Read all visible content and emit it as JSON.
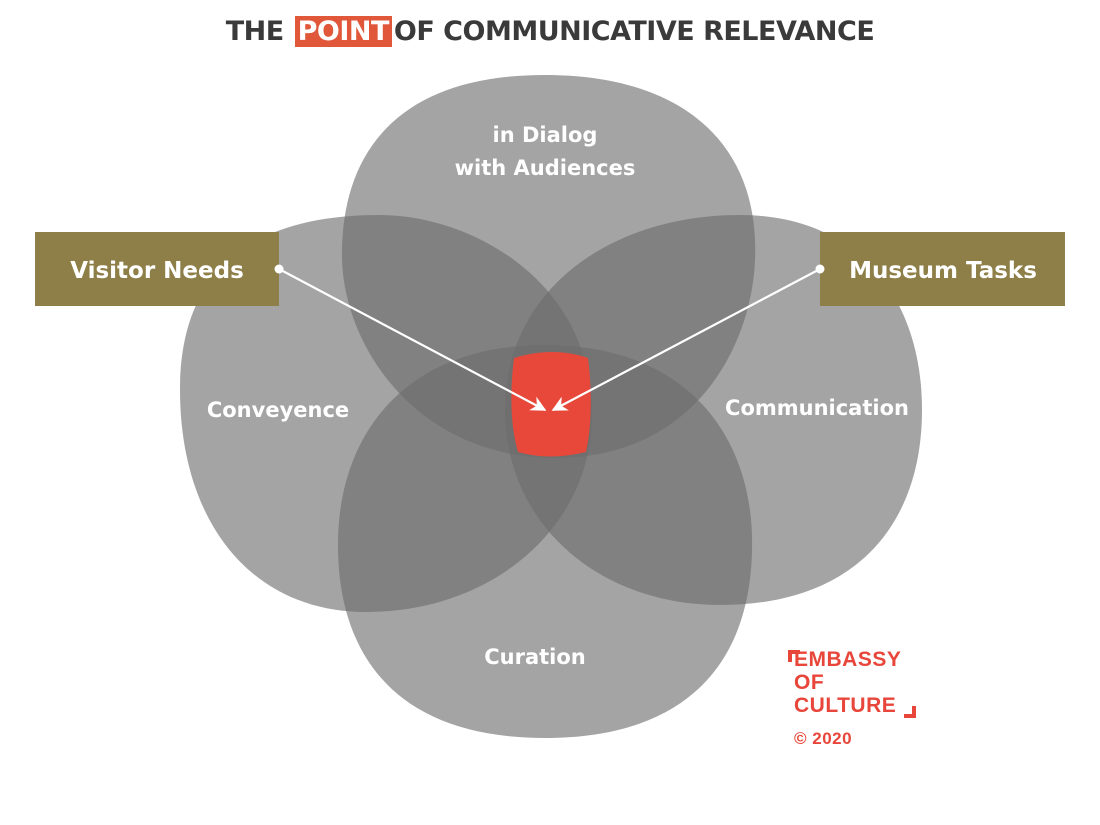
{
  "title": {
    "before": "THE",
    "highlight": "POINT",
    "after": "OF COMMUNICATIVE RELEVANCE",
    "highlight_color": "#e0573a",
    "text_color": "#3a3a3a"
  },
  "petals": {
    "top": "in Dialog",
    "top_line2": "with Audiences",
    "left": "Conveyence",
    "right": "Communication",
    "bottom": "Curation"
  },
  "boxes": {
    "left": "Visitor Needs",
    "right": "Museum Tasks",
    "color": "#8d7f47"
  },
  "center": {
    "color": "#e8483a"
  },
  "logo": {
    "line1": "EMBASSY",
    "line2": "OF",
    "line3": "CULTURE",
    "copyright": "© 2020",
    "color": "#e8463a"
  },
  "colors": {
    "petal": "#6c6c6c"
  }
}
